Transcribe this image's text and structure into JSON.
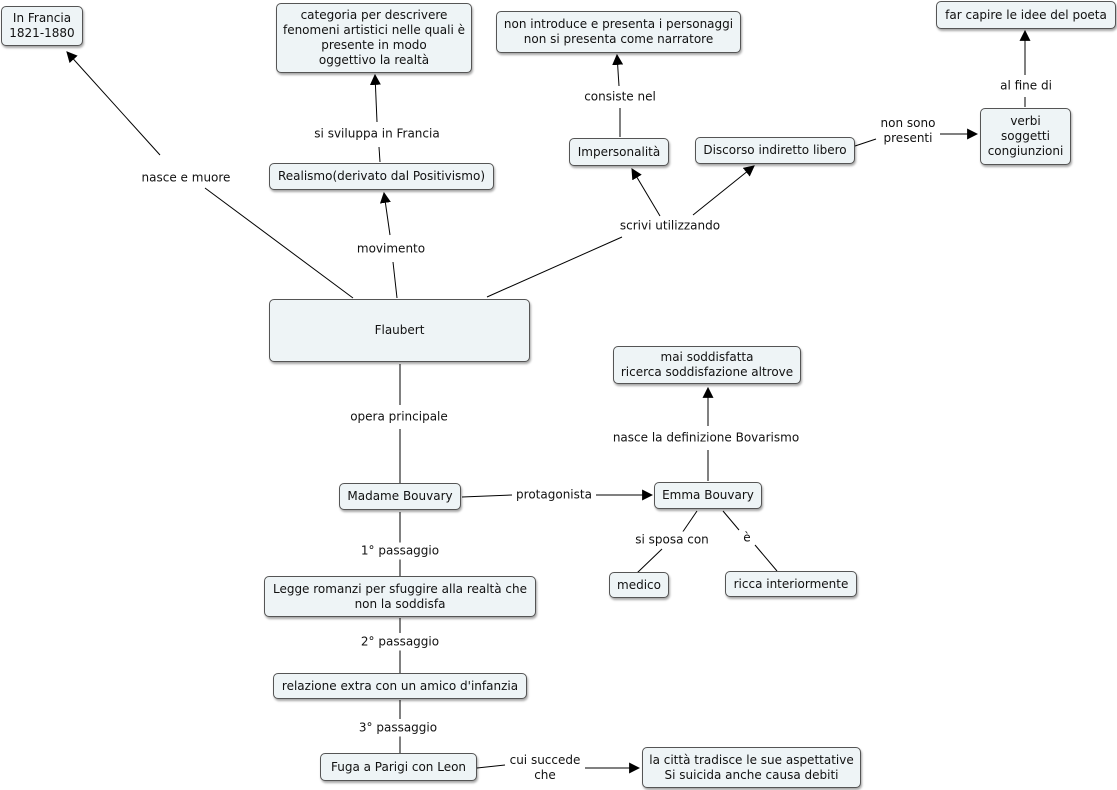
{
  "nodes": {
    "flaubert": "Flaubert",
    "in_francia": "In Francia\n1821-1880",
    "categoria": "categoria per descrivere\nfenomeni artistici nelle quali è\npresente in modo\noggettivo la realtà",
    "realismo": "Realismo(derivato dal Positivismo)",
    "non_introduce": "non introduce e presenta i personaggi\nnon si presenta come narratore",
    "impersonalita": "Impersonalità",
    "discorso": "Discorso indiretto libero",
    "far_capire": "far capire le idee del poeta",
    "verbi": "verbi\nsoggetti\ncongiunzioni",
    "madame": "Madame Bouvary",
    "emma": "Emma Bouvary",
    "mai_soddisfatta": "mai soddisfatta\nricerca soddisfazione altrove",
    "medico": "medico",
    "ricca": "ricca interiormente",
    "legge_romanzi": "Legge romanzi per sfuggire alla realtà che\nnon la soddisfa",
    "relazione": "relazione extra con un amico d'infanzia",
    "fuga": "Fuga a Parigi con Leon",
    "citta": "la città tradisce le sue aspettative\nSi suicida anche causa debiti"
  },
  "links": {
    "nasce_muore": "nasce e muore",
    "movimento": "movimento",
    "si_sviluppa": "si sviluppa in Francia",
    "scrivi": "scrivi utilizzando",
    "consiste": "consiste nel",
    "non_sono": "non sono\npresenti",
    "al_fine": "al fine di",
    "opera": "opera principale",
    "protagonista": "protagonista",
    "nasce_def": "nasce la definizione Bovarismo",
    "si_sposa": "si sposa con",
    "e": "è",
    "p1": "1° passaggio",
    "p2": "2° passaggio",
    "p3": "3° passaggio",
    "cui_succede": "cui succede\nche"
  }
}
